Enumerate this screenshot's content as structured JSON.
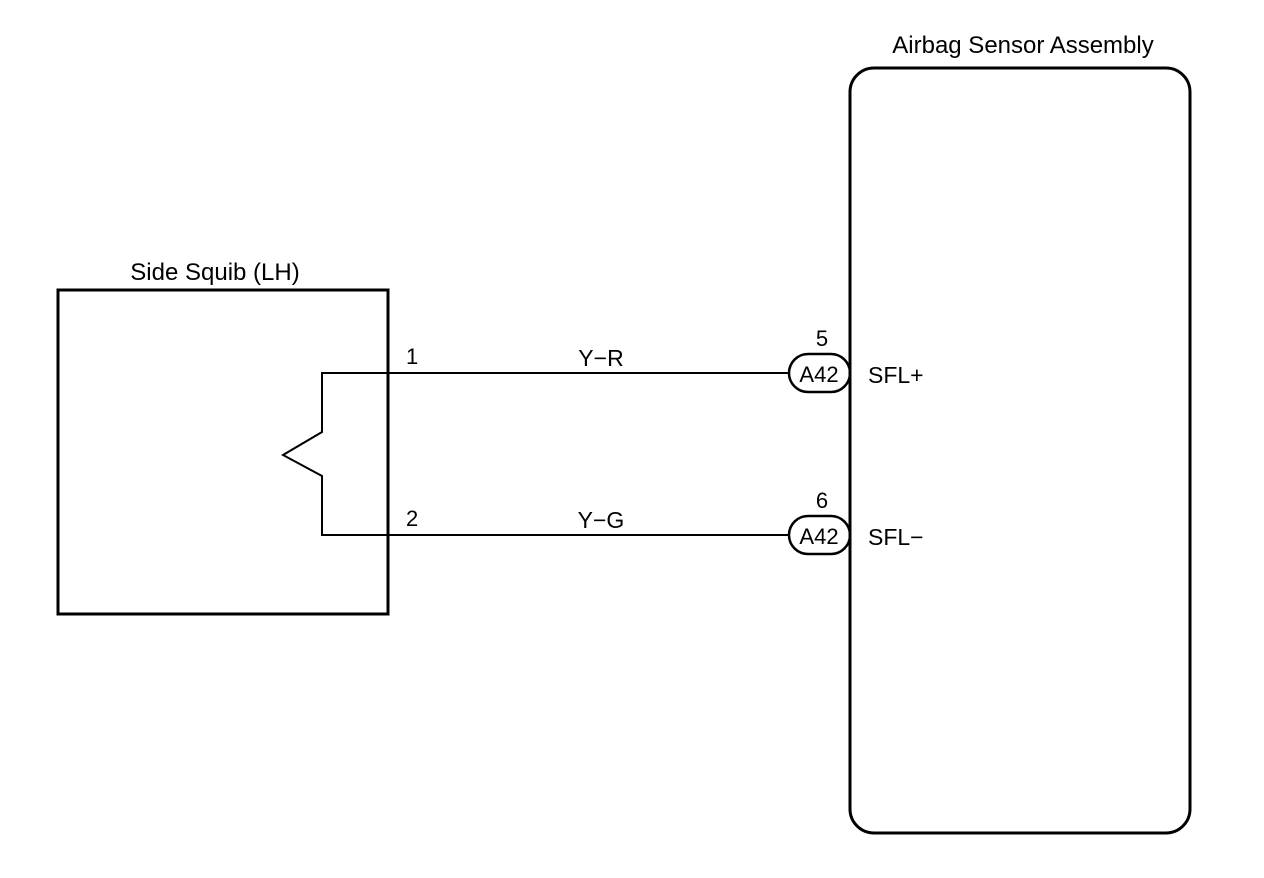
{
  "components": {
    "squib": {
      "title": "Side Squib (LH)"
    },
    "sensor": {
      "title": "Airbag Sensor Assembly"
    }
  },
  "circuits": [
    {
      "squib_pin": "1",
      "wire_color": "Y−R",
      "connector": "A42",
      "sensor_pin": "5",
      "terminal": "SFL+"
    },
    {
      "squib_pin": "2",
      "wire_color": "Y−G",
      "connector": "A42",
      "sensor_pin": "6",
      "terminal": "SFL−"
    }
  ]
}
